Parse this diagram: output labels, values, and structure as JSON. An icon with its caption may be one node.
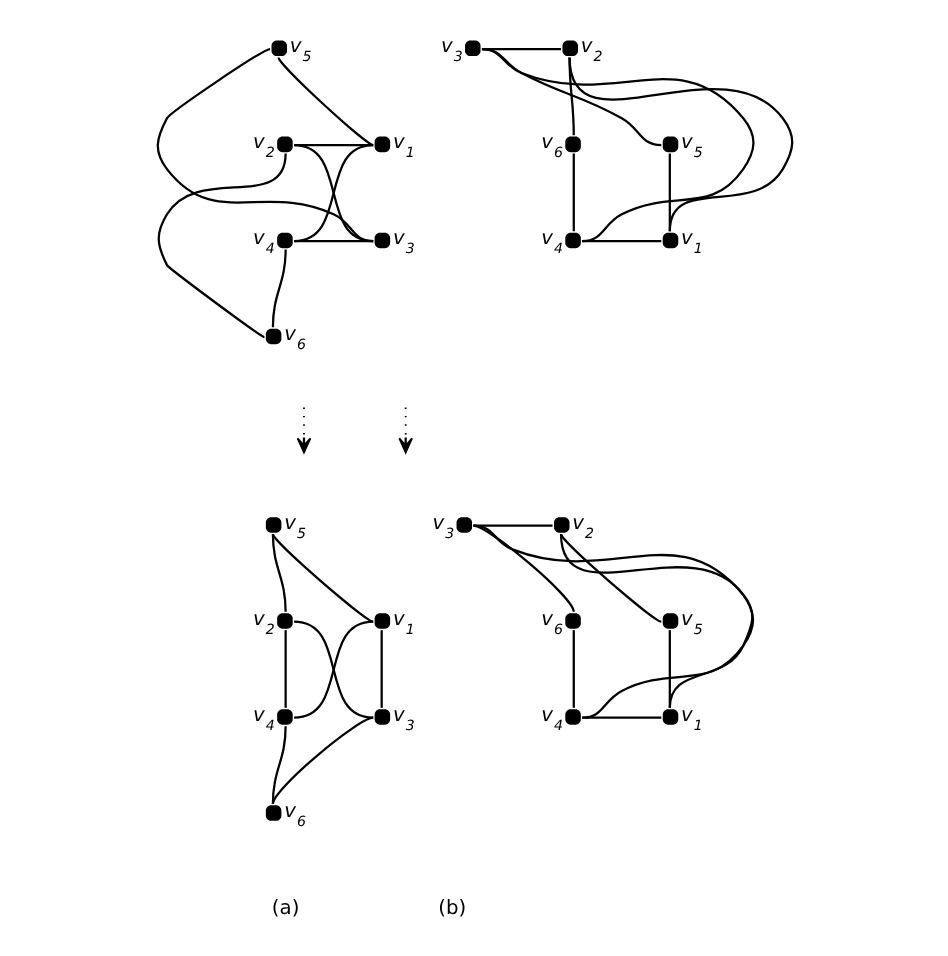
{
  "diagram": {
    "nodes": [
      {
        "text": [],
        "shape": "circle",
        "beside": [
          "v$_{5}$"
        ]
      },
      {
        "text": [],
        "shape": "circle",
        "beside": [
          "v$_{2}$"
        ]
      },
      {
        "text": [],
        "shape": "circle",
        "beside": [
          "v$_{1}$"
        ]
      },
      {
        "text": [],
        "shape": "circle",
        "beside": [
          "v$_{4}$"
        ]
      },
      {
        "text": [],
        "shape": "circle",
        "beside": [
          "v$_{3}$"
        ]
      },
      {
        "text": [],
        "shape": "circle",
        "beside": [
          "v$_{6}$"
        ]
      },
      {
        "text": [],
        "shape": "circle",
        "beside": [
          "v$_{3}$"
        ]
      },
      {
        "text": [],
        "shape": "circle",
        "beside": [
          "v$_{2}$"
        ]
      },
      {
        "text": [],
        "shape": "circle",
        "beside": [
          "v$_{6}$"
        ]
      },
      {
        "text": [],
        "shape": "circle",
        "beside": [
          "v$_{5}$"
        ]
      },
      {
        "text": [],
        "shape": "circle",
        "beside": [
          "v$_{4}$"
        ]
      },
      {
        "text": [],
        "shape": "circle",
        "beside": [
          "v$_{1}$"
        ]
      },
      {
        "text": [],
        "shape": "circle",
        "beside": [
          "v$_{5}$"
        ]
      },
      {
        "text": [],
        "shape": "circle",
        "beside": [
          "v$_{2}$"
        ]
      },
      {
        "text": [],
        "shape": "circle",
        "beside": [
          "v$_{1}$"
        ]
      },
      {
        "text": [],
        "shape": "circle",
        "beside": [
          "v$_{4}$"
        ]
      },
      {
        "text": [],
        "shape": "circle",
        "beside": [
          "v$_{3}$"
        ]
      },
      {
        "text": [],
        "shape": "circle",
        "beside": [
          "v$_{6}$"
        ]
      },
      {
        "text": [],
        "shape": "circle",
        "beside": [
          "v$_{3}$"
        ]
      },
      {
        "text": [],
        "shape": "circle",
        "beside": [
          "v$_{2}$"
        ]
      },
      {
        "text": [],
        "shape": "circle",
        "beside": [
          "v$_{6}$"
        ]
      },
      {
        "text": [],
        "shape": "circle",
        "beside": [
          "v$_{5}$"
        ]
      },
      {
        "text": [],
        "shape": "circle",
        "beside": [
          "v$_{4}$"
        ]
      },
      {
        "text": [],
        "shape": "circle",
        "beside": [
          "v$_{1}$"
        ]
      }
    ],
    "edges": [
      {
        "from": 0,
        "to": 2,
        "arrow": "none"
      },
      {
        "from": 0,
        "to": 4,
        "arrow": "none"
      },
      {
        "from": 1,
        "to": 2,
        "arrow": "none"
      },
      {
        "from": 1,
        "to": 4,
        "arrow": "none"
      },
      {
        "from": 1,
        "to": 5,
        "arrow": "none"
      },
      {
        "from": 3,
        "to": 2,
        "arrow": "none"
      },
      {
        "from": 3,
        "to": 4,
        "arrow": "none"
      },
      {
        "from": 3,
        "to": 5,
        "arrow": "none"
      },
      {
        "from": 6,
        "to": 7,
        "arrow": "none"
      },
      {
        "from": 6,
        "to": 10,
        "arrow": "none"
      },
      {
        "from": 6,
        "to": 9,
        "arrow": "none"
      },
      {
        "from": 7,
        "to": 8,
        "arrow": "none"
      },
      {
        "from": 7,
        "to": 11,
        "arrow": "none"
      },
      {
        "from": 8,
        "to": 10,
        "arrow": "none"
      },
      {
        "from": 10,
        "to": 11,
        "arrow": "none"
      },
      {
        "from": 11,
        "to": 9,
        "arrow": "none"
      },
      {
        "from": 12,
        "to": 13,
        "arrow": "none"
      },
      {
        "from": 12,
        "to": 14,
        "arrow": "none"
      },
      {
        "from": 14,
        "to": 16,
        "arrow": "none"
      },
      {
        "from": 14,
        "to": 15,
        "arrow": "none"
      },
      {
        "from": 13,
        "to": 16,
        "arrow": "none"
      },
      {
        "from": 13,
        "to": 15,
        "arrow": "none"
      },
      {
        "from": 16,
        "to": 17,
        "arrow": "none"
      },
      {
        "from": 15,
        "to": 17,
        "arrow": "none"
      },
      {
        "from": 18,
        "to": 19,
        "arrow": "none"
      },
      {
        "from": 18,
        "to": 20,
        "arrow": "none"
      },
      {
        "from": 18,
        "to": 23,
        "arrow": "none"
      },
      {
        "from": 19,
        "to": 22,
        "arrow": "none"
      },
      {
        "from": 19,
        "to": 21,
        "arrow": "none"
      },
      {
        "from": 20,
        "to": 22,
        "arrow": "none"
      },
      {
        "from": 22,
        "to": 23,
        "arrow": "none"
      },
      {
        "from": 23,
        "to": 21,
        "arrow": "none"
      }
    ],
    "labels": [
      "(a)",
      "(b)"
    ]
  }
}
